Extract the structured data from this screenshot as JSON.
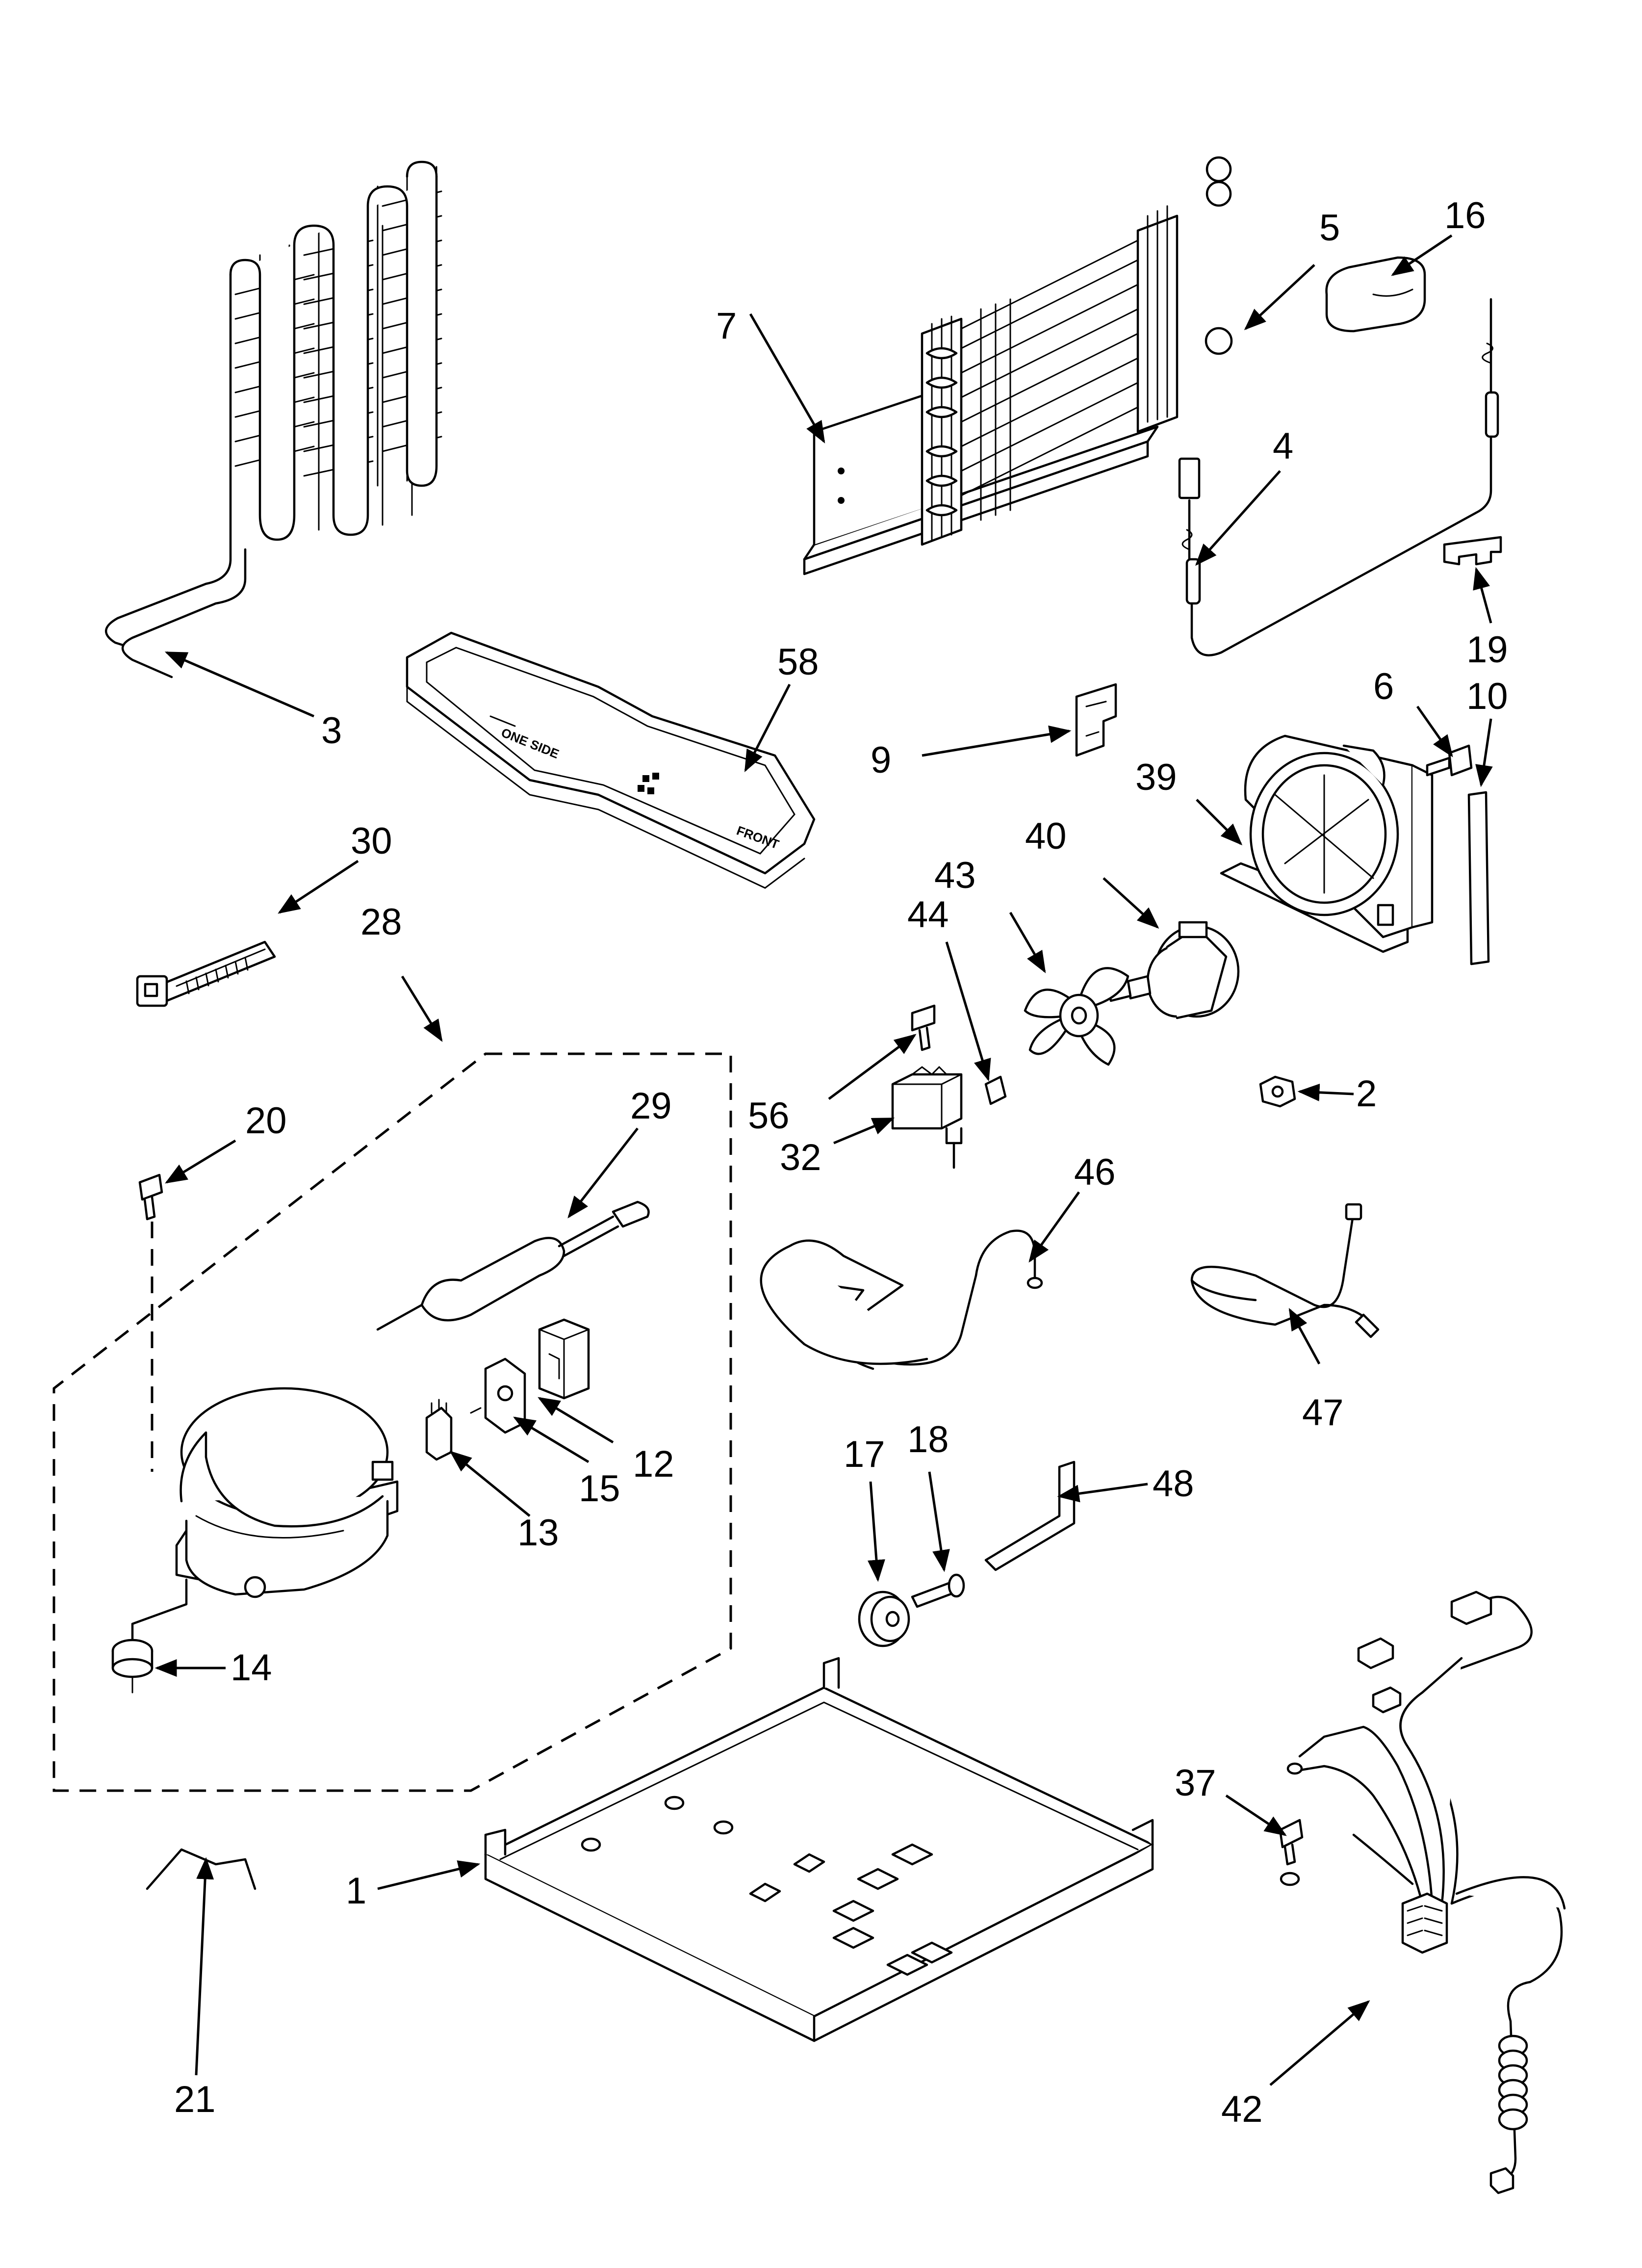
{
  "diagram": {
    "labels": {
      "p1": "1",
      "p2": "2",
      "p3": "3",
      "p4": "4",
      "p5": "5",
      "p6": "6",
      "p7": "7",
      "p9": "9",
      "p10": "10",
      "p12": "12",
      "p13": "13",
      "p14": "14",
      "p15": "15",
      "p16": "16",
      "p17": "17",
      "p18": "18",
      "p19": "19",
      "p20": "20",
      "p21": "21",
      "p28": "28",
      "p29": "29",
      "p30": "30",
      "p32": "32",
      "p37": "37",
      "p39": "39",
      "p40": "40",
      "p42": "42",
      "p43": "43",
      "p44": "44",
      "p46": "46",
      "p47": "47",
      "p48": "48",
      "p56": "56",
      "p58": "58"
    },
    "embossed_text": {
      "tray_front": "FRONT",
      "tray_arrow": "ONE SIDE"
    },
    "colors": {
      "line": "#000000",
      "background": "#ffffff"
    }
  }
}
